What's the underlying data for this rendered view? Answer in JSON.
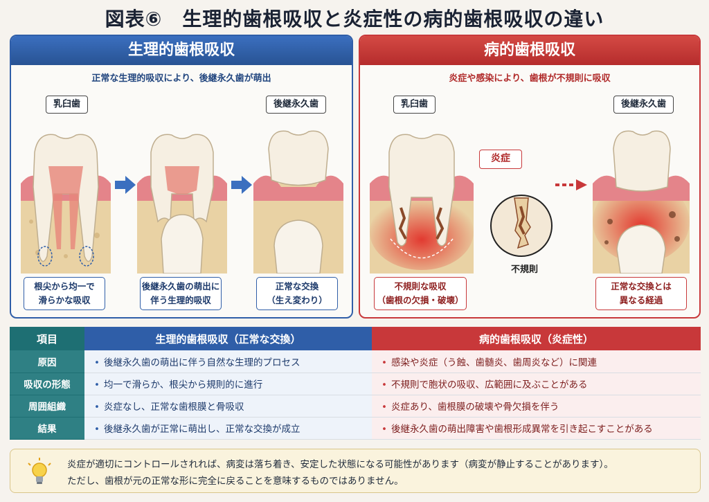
{
  "title": "図表⑥　生理的歯根吸収と炎症性の病的歯根吸収の違い",
  "physiological": {
    "header": "生理的歯根吸収",
    "subtitle": "正常な生理的吸収により、後継永久歯が萌出",
    "label_left": "乳臼歯",
    "label_right": "後継永久歯",
    "captions": [
      "根尖から均一で\n滑らかな吸収",
      "後継永久歯の萌出に\n伴う生理的吸収",
      "正常な交換\n（生え変わり）"
    ]
  },
  "pathological": {
    "header": "病的歯根吸収",
    "subtitle": "炎症や感染により、歯根が不規則に吸収",
    "label_left": "乳臼歯",
    "label_right": "後継永久歯",
    "inflammation_tag": "炎症",
    "irregular_label": "不規則",
    "captions": [
      "不規則な吸収\n（歯根の欠損・破壊）",
      "正常な交換とは\n異なる経過"
    ]
  },
  "table": {
    "headers": [
      "項目",
      "生理的歯根吸収（正常な交換）",
      "病的歯根吸収（炎症性）"
    ],
    "rows": [
      {
        "item": "原因",
        "phys": "後継永久歯の萌出に伴う自然な生理的プロセス",
        "path": "感染や炎症（う蝕、歯髄炎、歯周炎など）に関連"
      },
      {
        "item": "吸収の形態",
        "phys": "均一で滑らか、根尖から規則的に進行",
        "path": "不規則で胞状の吸収、広範囲に及ぶことがある"
      },
      {
        "item": "周囲組織",
        "phys": "炎症なし、正常な歯根膜と骨吸収",
        "path": "炎症あり、歯根膜の破壊や骨欠損を伴う"
      },
      {
        "item": "結果",
        "phys": "後継永久歯が正常に萌出し、正常な交換が成立",
        "path": "後継永久歯の萌出障害や歯根形成異常を引き起こすことがある"
      }
    ]
  },
  "note": {
    "line1": "炎症が適切にコントロールされれば、病変は落ち着き、安定した状態になる可能性があります（病変が静止することがあります）。",
    "line2": "ただし、歯根が元の正常な形に完全に戻ることを意味するものではありません。"
  },
  "colors": {
    "blue": "#2f5ea8",
    "red": "#c8383a",
    "teal": "#1e6f73"
  },
  "icons": {
    "note": "lightbulb-icon",
    "arrow": "arrow-right-icon"
  }
}
